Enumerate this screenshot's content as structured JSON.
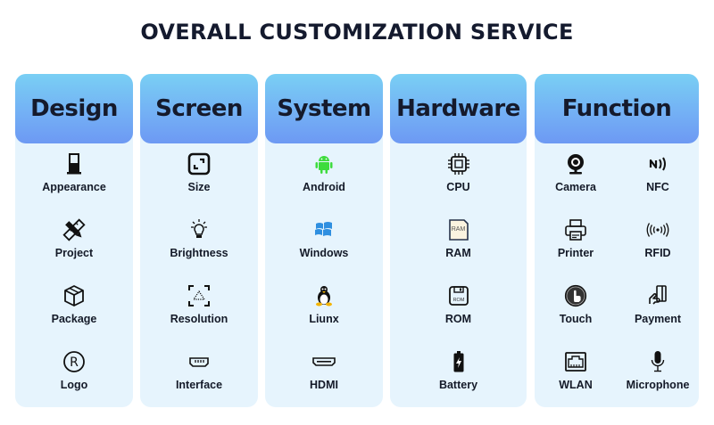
{
  "title": "OVERALL CUSTOMIZATION SERVICE",
  "colors": {
    "header_top": "#79cff4",
    "header_bottom": "#6d99f3",
    "card_body": "#e6f4fd",
    "android_green": "#3ddc3d",
    "windows_blue": "#2f8fe0",
    "tux_yellow": "#f4b400"
  },
  "columns": [
    {
      "heading": "Design",
      "items": [
        {
          "label": "Appearance",
          "icon": "kiosk-icon"
        },
        {
          "label": "Project",
          "icon": "ruler-pencil-icon"
        },
        {
          "label": "Package",
          "icon": "box-icon"
        },
        {
          "label": "Logo",
          "icon": "registered-icon"
        }
      ]
    },
    {
      "heading": "Screen",
      "items": [
        {
          "label": "Size",
          "icon": "resize-icon"
        },
        {
          "label": "Brightness",
          "icon": "lightbulb-icon"
        },
        {
          "label": "Resolution",
          "icon": "scan-frame-icon"
        },
        {
          "label": "Interface",
          "icon": "port-icon"
        }
      ]
    },
    {
      "heading": "System",
      "items": [
        {
          "label": "Android",
          "icon": "android-icon"
        },
        {
          "label": "Windows",
          "icon": "windows-icon"
        },
        {
          "label": "Liunx",
          "icon": "linux-icon"
        },
        {
          "label": "HDMI",
          "icon": "hdmi-icon"
        }
      ]
    },
    {
      "heading": "Hardware",
      "items": [
        {
          "label": "CPU",
          "icon": "chip-icon"
        },
        {
          "label": "RAM",
          "icon": "ram-card-icon",
          "icon_text": "RAM"
        },
        {
          "label": "ROM",
          "icon": "rom-disk-icon",
          "icon_text": "ROM"
        },
        {
          "label": "Battery",
          "icon": "battery-icon"
        }
      ]
    },
    {
      "heading": "Function",
      "items": [
        {
          "label": "Camera",
          "icon": "webcam-icon"
        },
        {
          "label": "NFC",
          "icon": "nfc-icon"
        },
        {
          "label": "Printer",
          "icon": "printer-icon"
        },
        {
          "label": "RFID",
          "icon": "rfid-icon"
        },
        {
          "label": "Touch",
          "icon": "touch-icon"
        },
        {
          "label": "Payment",
          "icon": "card-payment-icon"
        },
        {
          "label": "WLAN",
          "icon": "ethernet-port-icon"
        },
        {
          "label": "Microphone",
          "icon": "microphone-icon"
        }
      ]
    }
  ]
}
